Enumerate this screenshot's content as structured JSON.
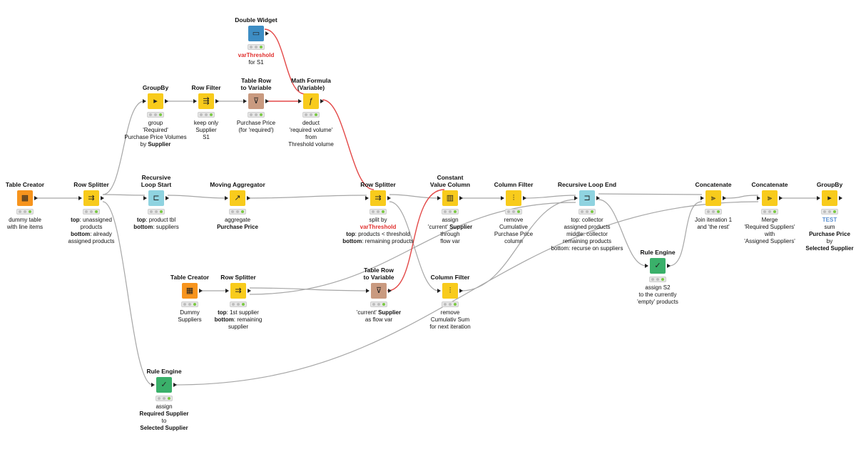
{
  "nodes": [
    {
      "id": "table-creator-1",
      "title": "Table Creator",
      "color": "#f7941d",
      "icon": "table-icon",
      "glyph": "▦",
      "lines": [
        [
          {
            "t": "dummy table"
          }
        ],
        [
          {
            "t": "with line items"
          }
        ]
      ]
    },
    {
      "id": "row-splitter-1",
      "title": "Row Splitter",
      "color": "#f8cb1c",
      "icon": "row-splitter-icon",
      "glyph": "⇉",
      "lines": [
        [
          {
            "t": "top",
            "s": "b"
          },
          {
            "t": ": unassigned"
          }
        ],
        [
          {
            "t": "products"
          }
        ],
        [
          {
            "t": "bottom",
            "s": "b"
          },
          {
            "t": ": already"
          }
        ],
        [
          {
            "t": "assigned  products"
          }
        ]
      ]
    },
    {
      "id": "groupby-1",
      "title": "GroupBy",
      "color": "#f8cb1c",
      "icon": "groupby-icon",
      "glyph": "▸",
      "lines": [
        [
          {
            "t": "group"
          }
        ],
        [
          {
            "t": "'Required'"
          }
        ],
        [
          {
            "t": "Purchase Price Volumes"
          }
        ],
        [
          {
            "t": "by "
          },
          {
            "t": "Supplier",
            "s": "b"
          }
        ]
      ]
    },
    {
      "id": "row-filter",
      "title": "Row Filter",
      "color": "#f8cb1c",
      "icon": "row-filter-icon",
      "glyph": "⇶",
      "lines": [
        [
          {
            "t": "keep only"
          }
        ],
        [
          {
            "t": "Supplier"
          }
        ],
        [
          {
            "t": "S1"
          }
        ]
      ]
    },
    {
      "id": "table-row-to-variable-1",
      "title": "Table Row\nto Variable",
      "color": "#c99a80",
      "icon": "table-to-variable-icon",
      "glyph": "⊽",
      "lines": [
        [
          {
            "t": "Purchase Price"
          }
        ],
        [
          {
            "t": "(for 'required')"
          }
        ]
      ]
    },
    {
      "id": "double-widget",
      "title": "Double Widget",
      "color": "#3d8dc4",
      "icon": "widget-icon",
      "glyph": "▭",
      "lines": [
        [
          {
            "t": "varThreshold",
            "s": "red"
          }
        ],
        [
          {
            "t": "for S1"
          }
        ]
      ]
    },
    {
      "id": "math-formula",
      "title": "Math Formula\n(Variable)",
      "color": "#f8cb1c",
      "icon": "math-formula-icon",
      "glyph": "ƒ",
      "lines": [
        [
          {
            "t": "deduct"
          }
        ],
        [
          {
            "t": "'required volume'"
          }
        ],
        [
          {
            "t": "from"
          }
        ],
        [
          {
            "t": "Threshold volume"
          }
        ]
      ]
    },
    {
      "id": "recursive-loop-start",
      "title": "Recursive\nLoop Start",
      "color": "#8fd3e0",
      "icon": "loop-start-icon",
      "glyph": "⊏",
      "lines": [
        [
          {
            "t": "top",
            "s": "b"
          },
          {
            "t": ": product tbl"
          }
        ],
        [
          {
            "t": "bottom",
            "s": "b"
          },
          {
            "t": ": suppliers"
          }
        ]
      ]
    },
    {
      "id": "moving-aggregator",
      "title": "Moving Aggregator",
      "color": "#f8cb1c",
      "icon": "moving-aggregator-icon",
      "glyph": "↗",
      "lines": [
        [
          {
            "t": "aggregate"
          }
        ],
        [
          {
            "t": "Purchase Price",
            "s": "b"
          }
        ]
      ]
    },
    {
      "id": "row-splitter-2",
      "title": "Row Splitter",
      "color": "#f8cb1c",
      "icon": "row-splitter-icon",
      "glyph": "⇉",
      "lines": [
        [
          {
            "t": "split by"
          }
        ],
        [
          {
            "t": "varThreshold",
            "s": "red"
          }
        ],
        [
          {
            "t": "top",
            "s": "b"
          },
          {
            "t": ": products < threshold"
          }
        ],
        [
          {
            "t": "bottom",
            "s": "b"
          },
          {
            "t": ":  remaining products"
          }
        ]
      ]
    },
    {
      "id": "constant-value-column",
      "title": "Constant\nValue Column",
      "color": "#f8cb1c",
      "icon": "constant-column-icon",
      "glyph": "▥",
      "lines": [
        [
          {
            "t": "assign"
          }
        ],
        [
          {
            "t": "'current' "
          },
          {
            "t": "Supplier",
            "s": "b"
          }
        ],
        [
          {
            "t": "through"
          }
        ],
        [
          {
            "t": "flow var"
          }
        ]
      ]
    },
    {
      "id": "column-filter-1",
      "title": "Column Filter",
      "color": "#f8cb1c",
      "icon": "column-filter-icon",
      "glyph": "⫶",
      "lines": [
        [
          {
            "t": "remove"
          }
        ],
        [
          {
            "t": "Cumulative"
          }
        ],
        [
          {
            "t": "Purchase Price"
          }
        ],
        [
          {
            "t": "column"
          }
        ]
      ]
    },
    {
      "id": "recursive-loop-end",
      "title": "Recursive Loop End",
      "color": "#8fd3e0",
      "icon": "loop-end-icon",
      "glyph": "⊐",
      "lines": [
        [
          {
            "t": "top: collector"
          }
        ],
        [
          {
            "t": "assigned products"
          }
        ],
        [
          {
            "t": "middle: collector"
          }
        ],
        [
          {
            "t": "remaining products"
          }
        ],
        [
          {
            "t": "bottom: recurse on suppliers"
          }
        ]
      ]
    },
    {
      "id": "concatenate-1",
      "title": "Concatenate",
      "color": "#f8cb1c",
      "icon": "concatenate-icon",
      "glyph": "⫸",
      "lines": [
        [
          {
            "t": "Join iteration 1"
          }
        ],
        [
          {
            "t": "and 'the rest'"
          }
        ]
      ]
    },
    {
      "id": "concatenate-2",
      "title": "Concatenate",
      "color": "#f8cb1c",
      "icon": "concatenate-icon",
      "glyph": "⫸",
      "lines": [
        [
          {
            "t": "Merge"
          }
        ],
        [
          {
            "t": "'Required Suppliers'"
          }
        ],
        [
          {
            "t": "with"
          }
        ],
        [
          {
            "t": "'Assigned Suppliers'"
          }
        ]
      ]
    },
    {
      "id": "groupby-2",
      "title": "GroupBy",
      "color": "#f8cb1c",
      "icon": "groupby-icon",
      "glyph": "▸",
      "lines": [
        [
          {
            "t": "TEST",
            "s": "blue"
          }
        ],
        [
          {
            "t": "sum"
          }
        ],
        [
          {
            "t": "Purchase Price",
            "s": "b"
          }
        ],
        [
          {
            "t": "by"
          }
        ],
        [
          {
            "t": "Selected Supplier",
            "s": "b"
          }
        ]
      ]
    },
    {
      "id": "rule-engine-1",
      "title": "Rule Engine",
      "color": "#3ab06a",
      "icon": "rule-engine-icon",
      "glyph": "✓",
      "lines": [
        [
          {
            "t": "assign S2"
          }
        ],
        [
          {
            "t": "to the currently"
          }
        ],
        [
          {
            "t": "'empty' products"
          }
        ]
      ]
    },
    {
      "id": "table-creator-2",
      "title": "Table Creator",
      "color": "#f7941d",
      "icon": "table-icon",
      "glyph": "▦",
      "lines": [
        [
          {
            "t": "Dummy"
          }
        ],
        [
          {
            "t": "Suppliers"
          }
        ]
      ]
    },
    {
      "id": "row-splitter-3",
      "title": "Row Splitter",
      "color": "#f8cb1c",
      "icon": "row-splitter-icon",
      "glyph": "⇉",
      "lines": [
        [
          {
            "t": "top",
            "s": "b"
          },
          {
            "t": ": 1st supplier"
          }
        ],
        [
          {
            "t": "bottom",
            "s": "b"
          },
          {
            "t": ": remaining"
          }
        ],
        [
          {
            "t": "supplier"
          }
        ]
      ]
    },
    {
      "id": "table-row-to-variable-2",
      "title": "Table Row\nto Variable",
      "color": "#c99a80",
      "icon": "table-to-variable-icon",
      "glyph": "⊽",
      "lines": [
        [
          {
            "t": "'current' "
          },
          {
            "t": "Supplier",
            "s": "b"
          }
        ],
        [
          {
            "t": "as flow var"
          }
        ]
      ]
    },
    {
      "id": "column-filter-2",
      "title": "Column Filter",
      "color": "#f8cb1c",
      "icon": "column-filter-icon",
      "glyph": "⫶",
      "lines": [
        [
          {
            "t": "remove"
          }
        ],
        [
          {
            "t": "Cumulativ Sum"
          }
        ],
        [
          {
            "t": "for next iteration"
          }
        ]
      ]
    },
    {
      "id": "rule-engine-2",
      "title": "Rule Engine",
      "color": "#3ab06a",
      "icon": "rule-engine-icon",
      "glyph": "✓",
      "lines": [
        [
          {
            "t": "assign"
          }
        ],
        [
          {
            "t": "Required Supplier",
            "s": "b"
          }
        ],
        [
          {
            "t": "to"
          }
        ],
        [
          {
            "t": "Selected Supplier",
            "s": "b"
          }
        ]
      ]
    }
  ],
  "colors": {
    "data_edge": "#a6a6a6",
    "flow_variable_edge": "#e34948",
    "status_ok": "#7ac943"
  }
}
